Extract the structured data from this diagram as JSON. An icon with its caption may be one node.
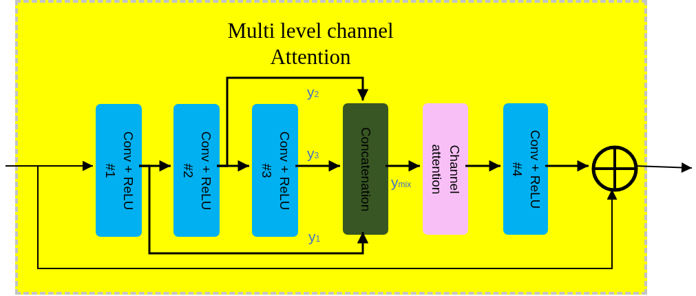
{
  "diagram": {
    "nodes": [
      {
        "text": [
          "Multi level channel Attention"
        ]
      },
      {
        "text": [
          "Conv + ReLU #1"
        ],
        "in": 0
      },
      {
        "text": [
          "Conv + ReLU #2"
        ],
        "in": 0
      },
      {
        "text": [
          "Conv + ReLU #3"
        ],
        "in": 0
      },
      {
        "text": [
          "Concatenation"
        ],
        "in": 0
      },
      {
        "text": [
          "Channel attention"
        ],
        "in": 0
      },
      {
        "text": [
          "Conv + ReLU #4"
        ],
        "in": 0
      },
      {
        "text": [],
        "shape": "circle",
        "in": 0
      }
    ],
    "edges": [
      {
        "from": null,
        "to": 1,
        "arrow": "to"
      },
      {
        "from": 1,
        "to": 2,
        "arrow": "to"
      },
      {
        "from": 2,
        "to": 3,
        "arrow": "to"
      },
      {
        "from": 3,
        "to": 4,
        "arrow": "to",
        "label": "y$_{3}$"
      },
      {
        "from": 2,
        "to": 4,
        "arrow": "to",
        "label": "y$_{2}$"
      },
      {
        "from": 1,
        "to": 4,
        "arrow": "to",
        "label": "y$_{1}$"
      },
      {
        "from": 4,
        "to": 5,
        "arrow": "to",
        "label": "y$_{mix}$"
      },
      {
        "from": 5,
        "to": 6,
        "arrow": "to"
      },
      {
        "from": 6,
        "to": 7,
        "arrow": "to"
      },
      {
        "from": null,
        "to": 7,
        "arrow": "to"
      },
      {
        "from": 7,
        "to": null,
        "arrow": "to"
      }
    ]
  }
}
